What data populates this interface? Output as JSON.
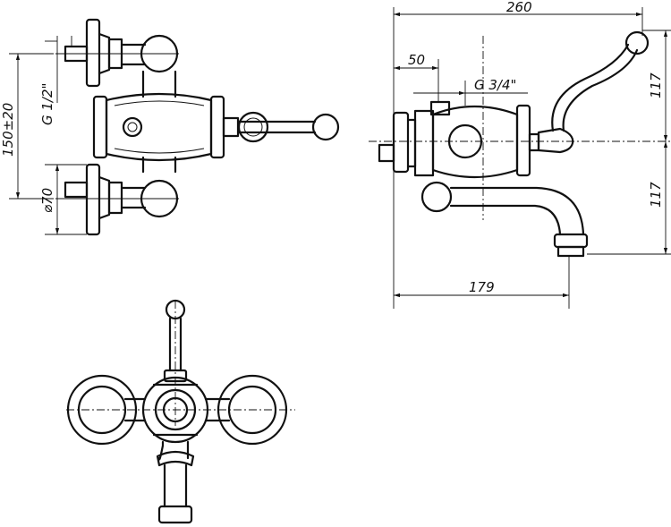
{
  "dimensions": {
    "overall_length": "260",
    "lever_offset": "50",
    "outlet_thread": "G 3/4\"",
    "upper_height": "117",
    "lower_height": "117",
    "spout_reach": "179",
    "inlet_spacing": "150±20",
    "inlet_thread": "G 1/2\"",
    "flange_diameter": "⌀70"
  }
}
